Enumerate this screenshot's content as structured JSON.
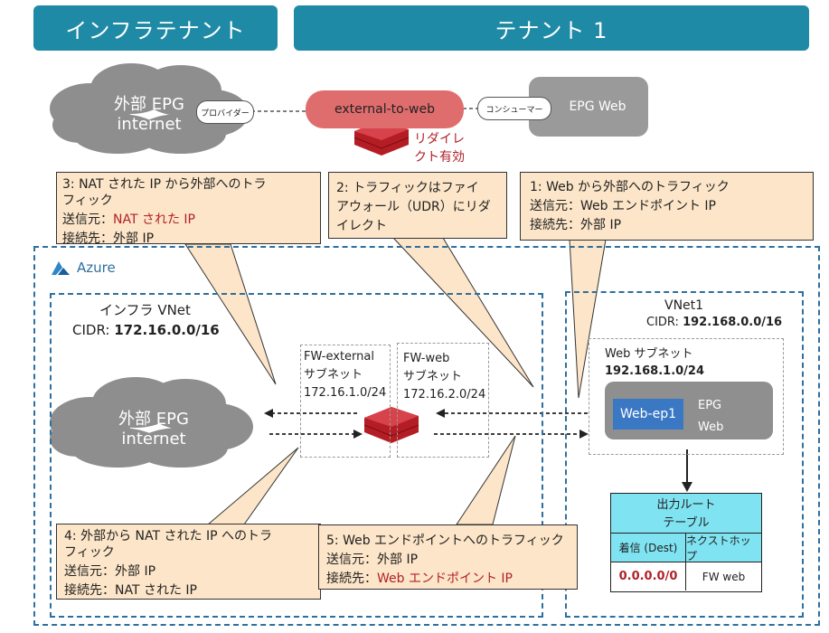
{
  "header": {
    "infra_tenant": "インフラテナント",
    "tenant1": "テナント 1"
  },
  "top": {
    "external_epg": "外部 EPG",
    "external_epg_sub": "internet",
    "provider": "プロバイダー",
    "contract": "external-to-web",
    "consumer": "コンシューマー",
    "epg_web": "EPG Web",
    "redirect_line1": "リダイレ",
    "redirect_line2": "クト有効"
  },
  "callouts": {
    "c3": {
      "line1": "3: NAT された IP から外部へのトラ",
      "line2": "フィック",
      "src_label": "送信元：",
      "src_value": "NAT された IP",
      "dst": "接続先：外部 IP"
    },
    "c2": {
      "line1": "2: トラフィックはファイ",
      "line2": "アウォール（UDR）にリダ",
      "line3": "イレクト"
    },
    "c1": {
      "line1": "1: Web から外部へのトラフィック",
      "line2": "送信元：Web エンドポイント IP",
      "line3": "接続先：外部 IP"
    },
    "c4": {
      "line1": "4: 外部から NAT された IP へのトラ",
      "line2": "フィック",
      "line3": "送信元：外部 IP",
      "line4": "接続先：NAT された IP"
    },
    "c5": {
      "line1": "5: Web エンドポイントへのトラフィック",
      "line2": "送信元：外部 IP",
      "dst_label": "接続先：",
      "dst_value": "Web エンドポイント IP"
    }
  },
  "azure": {
    "label": "Azure",
    "infra_vnet": "インフラ VNet",
    "infra_cidr_label": "CIDR: ",
    "infra_cidr": "172.16.0.0/16",
    "fw_external_line1": "FW-external",
    "fw_external_line2": "サブネット",
    "fw_external_cidr": "172.16.1.0/24",
    "fw_web_line1": "FW-web",
    "fw_web_line2": "サブネット",
    "fw_web_cidr": "172.16.2.0/24",
    "ext_epg": "外部 EPG",
    "ext_epg_sub": "internet",
    "vnet1": "VNet1",
    "vnet1_cidr_label": "CIDR: ",
    "vnet1_cidr": "192.168.0.0/16",
    "web_subnet": "Web サブネット",
    "web_subnet_cidr": "192.168.1.0/24",
    "web_ep": "Web-ep1",
    "epg": "EPG",
    "web": "Web"
  },
  "route_table": {
    "title_line1": "出力ルート",
    "title_line2": "テーブル",
    "col_dest": "着信 (Dest)",
    "col_next": "ネクストホップ",
    "row_dest": "0.0.0.0/0",
    "row_next": "FW web"
  },
  "colors": {
    "banner": "#1f8aa6",
    "callout_fill": "#fce5c8",
    "callout_border": "#333333",
    "cloud": "#8e8e8e",
    "contract_fill": "#e06d6d",
    "epg_box": "#9a9a9a",
    "route_header": "#7fe3f2",
    "highlight_red": "#b0222a",
    "azure_blue": "#2e6f9e"
  }
}
